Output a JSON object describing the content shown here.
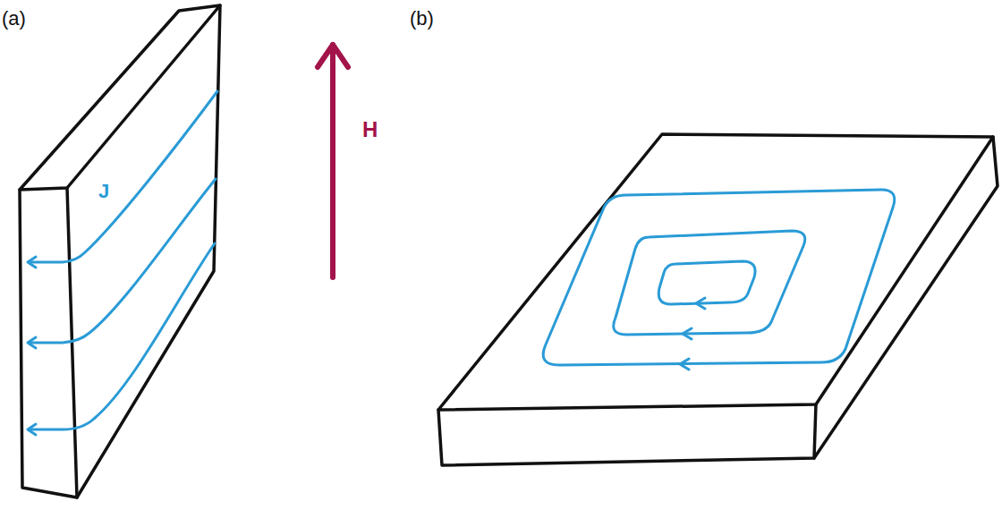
{
  "diagram": {
    "labels": [
      "(a)",
      "(b)",
      "J",
      "H"
    ]
  }
}
